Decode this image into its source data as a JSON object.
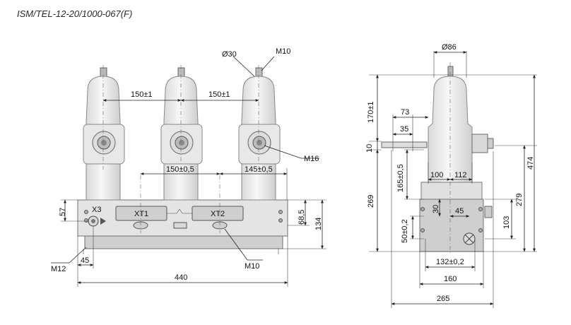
{
  "title": "ISM/TEL-12-20/1000-067(F)",
  "front_view": {
    "labels": {
      "d30": "Ø30",
      "m10_top": "M10",
      "pitch_1": "150±1",
      "pitch_2": "150±1",
      "m16": "M16",
      "hole_1": "150±0,5",
      "hole_2": "145±0,5",
      "h57": "57",
      "x3": "X3",
      "xt1": "XT1",
      "xt2": "XT2",
      "h68_5": "68,5",
      "h134": "134",
      "m12": "M12",
      "w45": "45",
      "m10_bottom": "M10",
      "w440": "440"
    }
  },
  "side_view": {
    "labels": {
      "d86": "Ø86",
      "h170": "170±1",
      "w73": "73",
      "w35": "35",
      "h10": "10",
      "h474": "474",
      "h165": "165±0,5",
      "w100": "100",
      "w112": "112",
      "h269": "269",
      "h279": "279",
      "h30": "30",
      "w45": "45",
      "h50": "50±0,2",
      "h103": "103",
      "w132": "132±0,2",
      "w160": "160",
      "w265": "265"
    }
  },
  "colors": {
    "body": "#e4e4e4",
    "outline": "#6f6f6f",
    "dimension": "#222222"
  }
}
